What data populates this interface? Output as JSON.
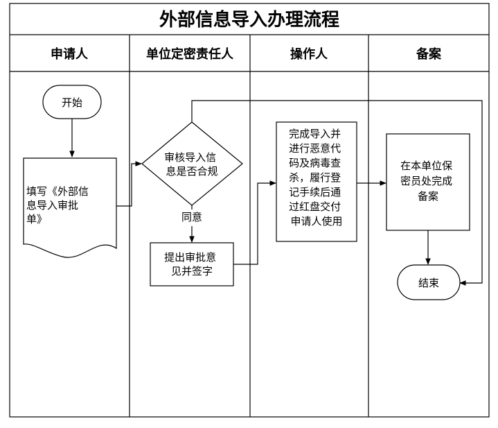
{
  "title": "外部信息导入办理流程",
  "lanes": [
    "申请人",
    "单位定密责任人",
    "操作人",
    "备案"
  ],
  "nodes": {
    "start": "开始",
    "fill_form": [
      "填写《外部信",
      "息导入审批",
      "单》"
    ],
    "review": [
      "审核导入信",
      "息是否合规"
    ],
    "agree": "同意",
    "sign": [
      "提出审批意",
      "见并签字"
    ],
    "operate": [
      "完成导入并",
      "进行恶意代",
      "码及病毒查",
      "杀，履行登",
      "记手续后通",
      "过红盘交付",
      "申请人使用"
    ],
    "record": [
      "在本单位保",
      "密员处完成",
      "备案"
    ],
    "end": "结束"
  }
}
